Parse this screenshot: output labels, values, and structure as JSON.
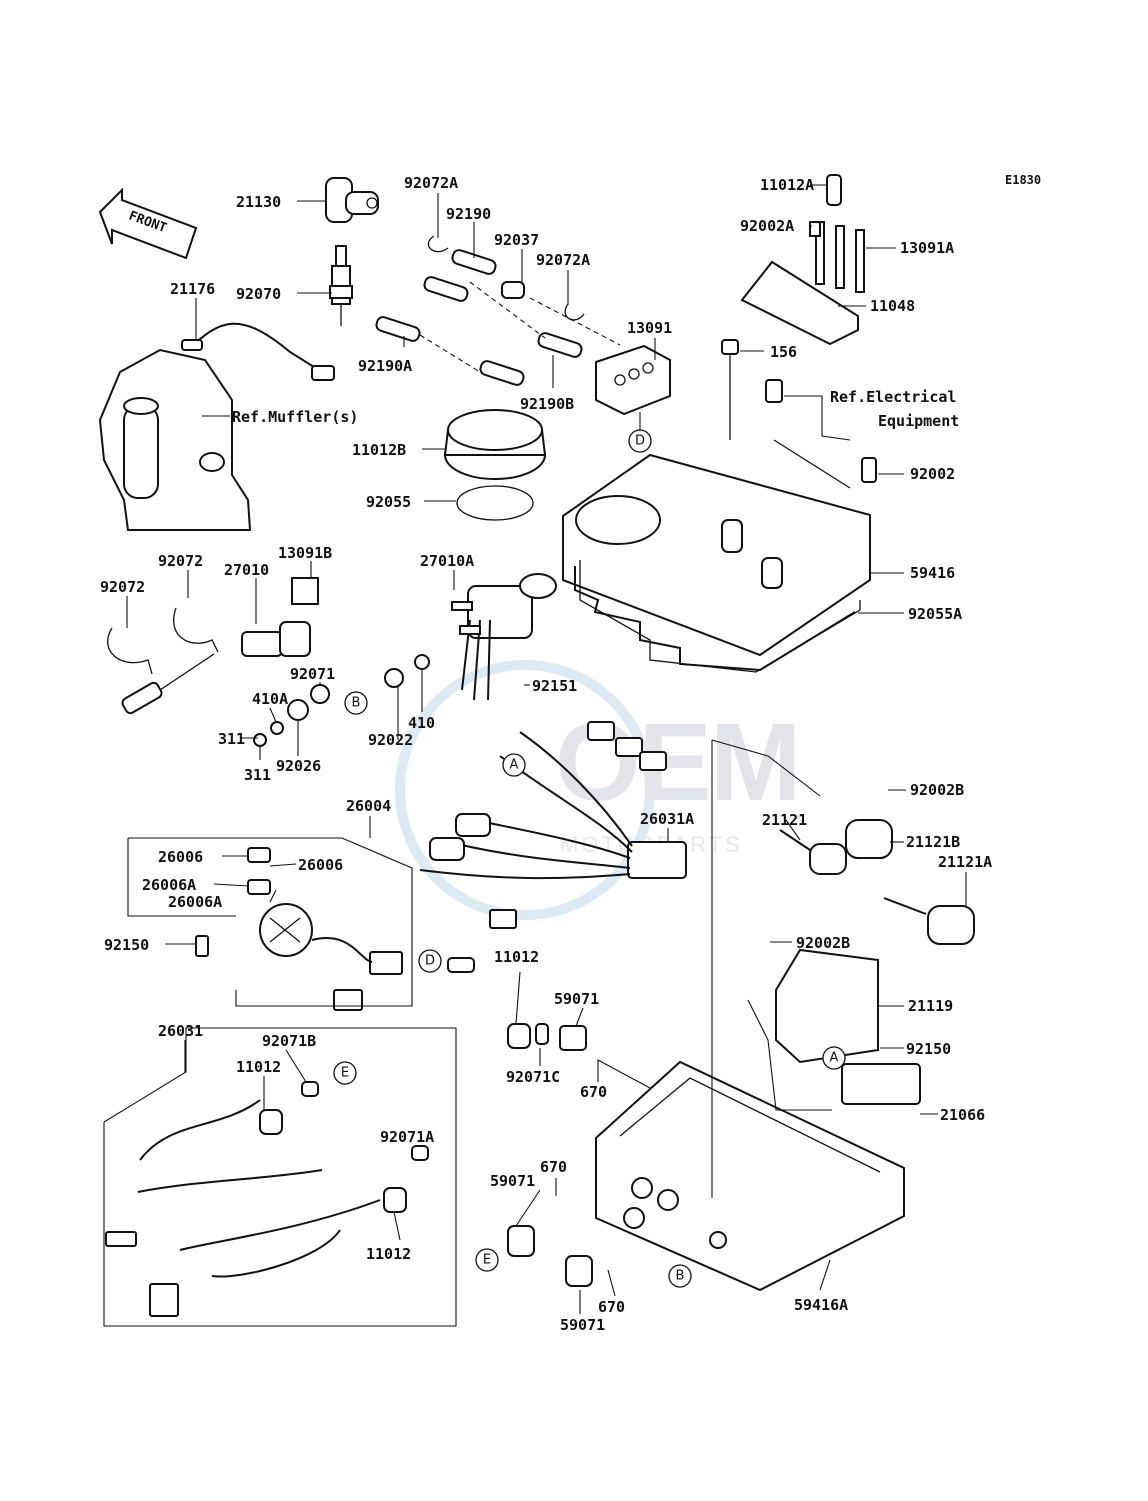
{
  "diagram_code": "E1830",
  "front_arrow": "FRONT",
  "watermark": {
    "text": "MOTORPARTS",
    "logo": "OEM"
  },
  "refs": {
    "muffler": "Ref.Muffler(s)",
    "electrical_line1": "Ref.Electrical",
    "electrical_line2": "Equipment"
  },
  "part_labels": [
    "21130",
    "92070",
    "21176",
    "92072A",
    "92190",
    "92037",
    "92072A",
    "92190A",
    "92190B",
    "13091",
    "11012A",
    "92002A",
    "13091A",
    "11048",
    "156",
    "11012B",
    "92055",
    "92002",
    "59416",
    "92055A",
    "13091B",
    "92072",
    "92072",
    "27010",
    "27010A",
    "92071",
    "410A",
    "311",
    "311",
    "92026",
    "92022",
    "410",
    "92151",
    "26004",
    "26006",
    "26006",
    "26006A",
    "26006A",
    "92150",
    "26031A",
    "21121",
    "92002B",
    "21121B",
    "21121A",
    "11012",
    "59071",
    "92071C",
    "670",
    "92002B",
    "21119",
    "92150",
    "21066",
    "26031",
    "92071B",
    "11012",
    "92071A",
    "11012",
    "670",
    "59071",
    "670",
    "59071",
    "59416A"
  ],
  "callouts": [
    "D",
    "B",
    "A",
    "D",
    "E",
    "A",
    "E",
    "B"
  ]
}
